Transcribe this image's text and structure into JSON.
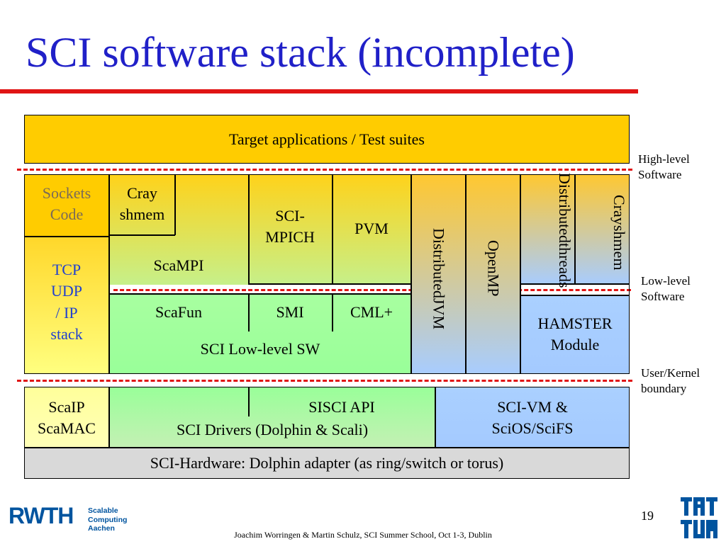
{
  "slide": {
    "title": "SCI software stack (incomplete)",
    "page_number": "19",
    "footer": "Joachim Worringen & Martin Schulz, SCI Summer School, Oct 1-3, Dublin"
  },
  "layers": {
    "top": "Target applications / Test suites",
    "high_level_label": [
      "High-level",
      "Software"
    ],
    "low_level_label": [
      "Low-level",
      "Software"
    ],
    "kernel_label": [
      "User/Kernel",
      "boundary"
    ]
  },
  "blocks": {
    "sockets": [
      "Sockets",
      "Code"
    ],
    "cray_shmem": [
      "Cray",
      "shmem"
    ],
    "scampi": "ScaMPI",
    "sci_mpich": [
      "SCI-",
      "MPICH"
    ],
    "pvm": "PVM",
    "distributed_jvm": [
      "Distributed",
      "JVM"
    ],
    "openmp": "OpenMP",
    "distributed_threads": [
      "Distributed",
      "threads"
    ],
    "cray_shmem_vertical": [
      "Cray",
      "shmem"
    ],
    "tcp_stack": [
      "TCP",
      "UDP",
      "/ IP",
      "stack"
    ],
    "scafun": "ScaFun",
    "smi": "SMI",
    "cml": "CML+",
    "sci_lowlevel": "SCI Low-level SW",
    "hamster": [
      "HAMSTER",
      "Module"
    ],
    "scaip": [
      "ScaIP",
      "ScaMAC"
    ],
    "sisci": "SISCI API",
    "sci_drivers": "SCI Drivers (Dolphin & Scali)",
    "sci_vm": [
      "SCI-VM &",
      "SciOS/SciFS"
    ],
    "hardware": "SCI-Hardware: Dolphin adapter (as ring/switch or torus)"
  },
  "logos": {
    "left_main": "RWTH",
    "left_sub": [
      "Scalable",
      "Computing",
      "Aachen"
    ]
  },
  "colors": {
    "title": "#2020c8",
    "accent_red": "#e01414",
    "yellow": "#ffcc00",
    "green": "#99ff99",
    "blue": "#a4caff",
    "gray": "#d9d9d9"
  }
}
